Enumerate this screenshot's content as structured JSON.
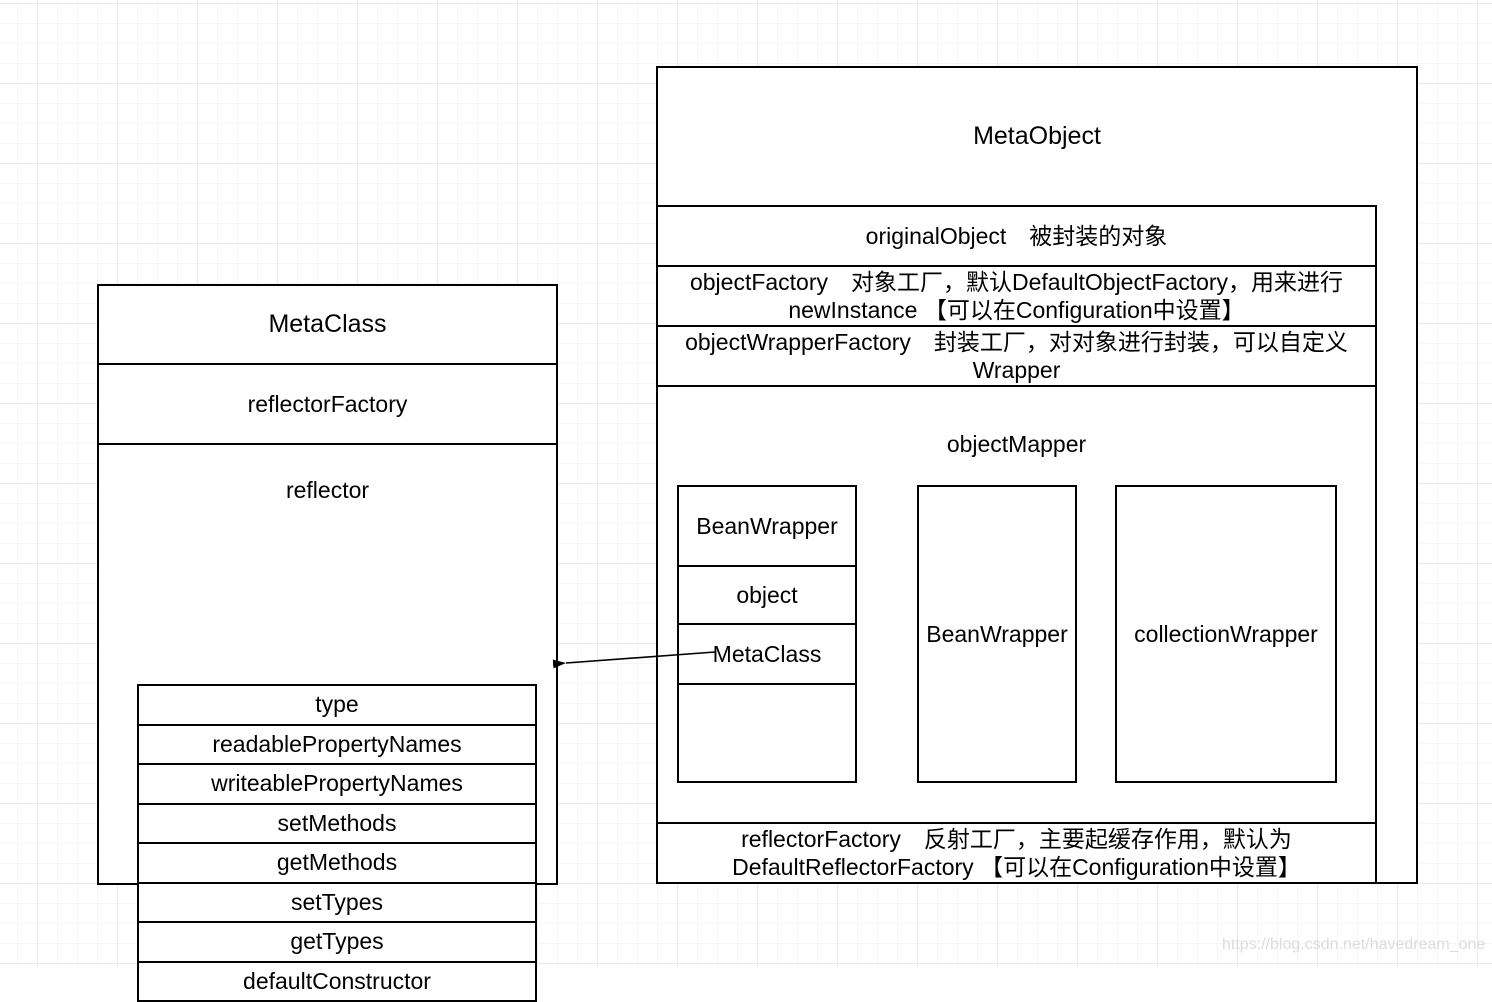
{
  "colors": {
    "border": "#000000",
    "bg": "#ffffff",
    "grid-minor": "#f6f6f8",
    "grid-major": "#e9e9eb",
    "wm": "#dcdcdc"
  },
  "meta_class_box": {
    "title": "MetaClass",
    "reflector_factory_label": "reflectorFactory",
    "reflector_label": "reflector",
    "reflector_rows": [
      "type",
      "readablePropertyNames",
      "writeablePropertyNames",
      "setMethods",
      "getMethods",
      "setTypes",
      "getTypes",
      "defaultConstructor"
    ]
  },
  "meta_object_box": {
    "title": "MetaObject",
    "rows": [
      {
        "text": "originalObject　被封装的对象"
      },
      {
        "text": "objectFactory　对象工厂，默认DefaultObjectFactory，用来进行\nnewInstance 【可以在Configuration中设置】"
      },
      {
        "text": "objectWrapperFactory　封装工厂，对对象进行封装，可以自定义\nWrapper"
      }
    ],
    "object_mapper": {
      "label": "objectMapper",
      "wrapper1": {
        "cells": [
          "BeanWrapper",
          "object",
          "MetaClass",
          ""
        ]
      },
      "wrapper2": {
        "label": "BeanWrapper"
      },
      "wrapper3": {
        "label": "collectionWrapper"
      }
    },
    "footer_row": {
      "text": "reflectorFactory　反射工厂，主要起缓存作用，默认为\nDefaultReflectorFactory 【可以在Configuration中设置】"
    }
  },
  "watermark": "https://blog.csdn.net/havedream_one"
}
